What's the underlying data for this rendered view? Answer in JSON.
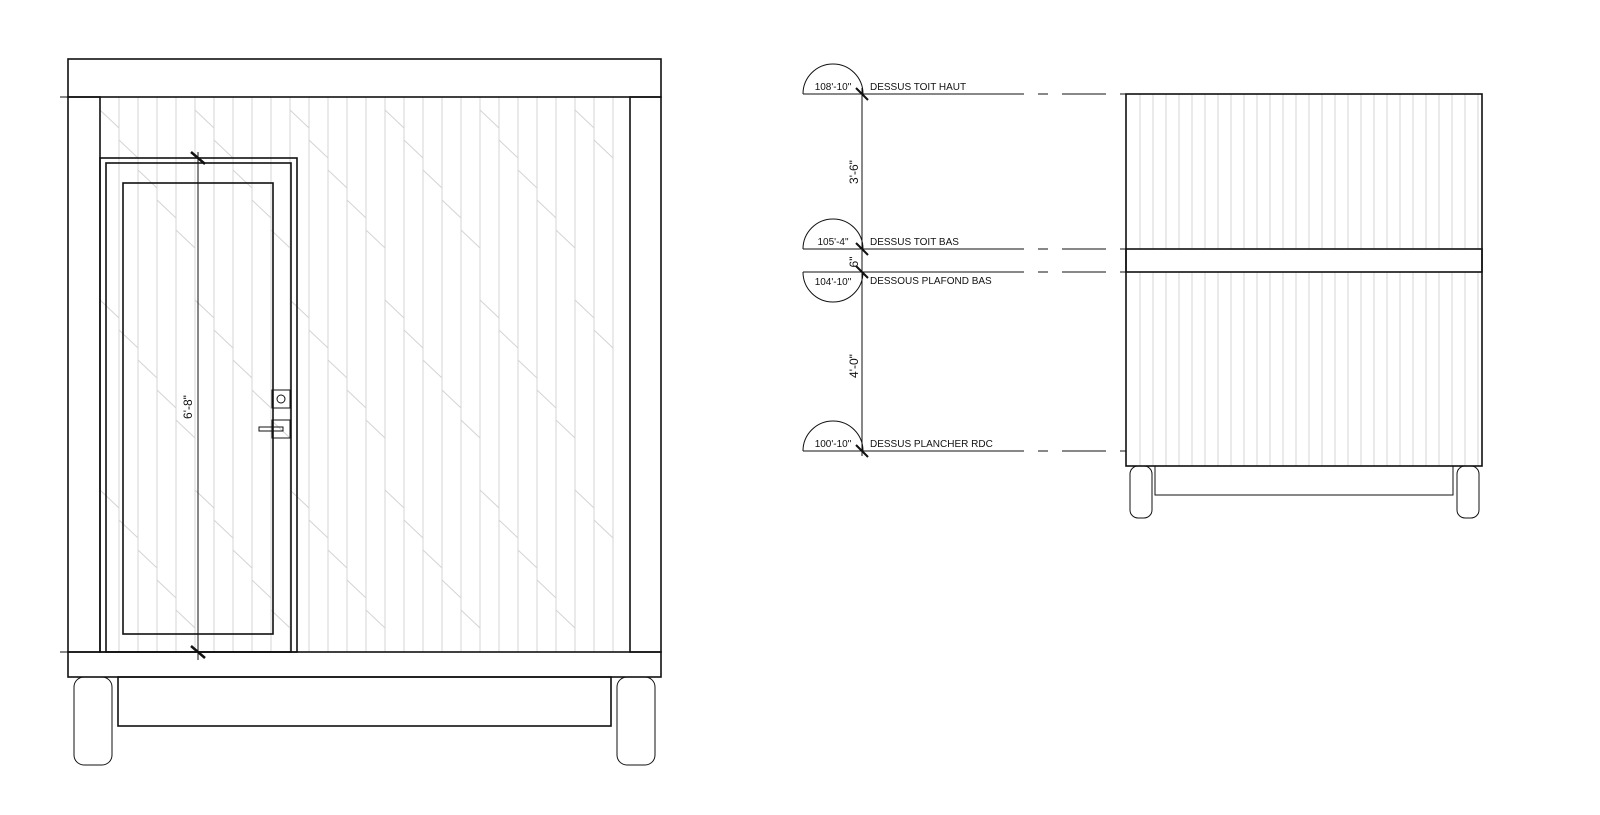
{
  "front_elevation": {
    "door_height_label": "6'-8\""
  },
  "side_elevation": {
    "levels": [
      {
        "elevation": "108'-10\"",
        "name": "DESSUS TOIT HAUT"
      },
      {
        "elevation": "105'-4\"",
        "name": "DESSUS TOIT BAS"
      },
      {
        "elevation": "104'-10\"",
        "name": "DESSOUS PLAFOND BAS"
      },
      {
        "elevation": "100'-10\"",
        "name": "DESSUS PLANCHER RDC"
      }
    ],
    "dimensions": [
      "3'-6\"",
      "6\"",
      "4'-0\""
    ]
  }
}
